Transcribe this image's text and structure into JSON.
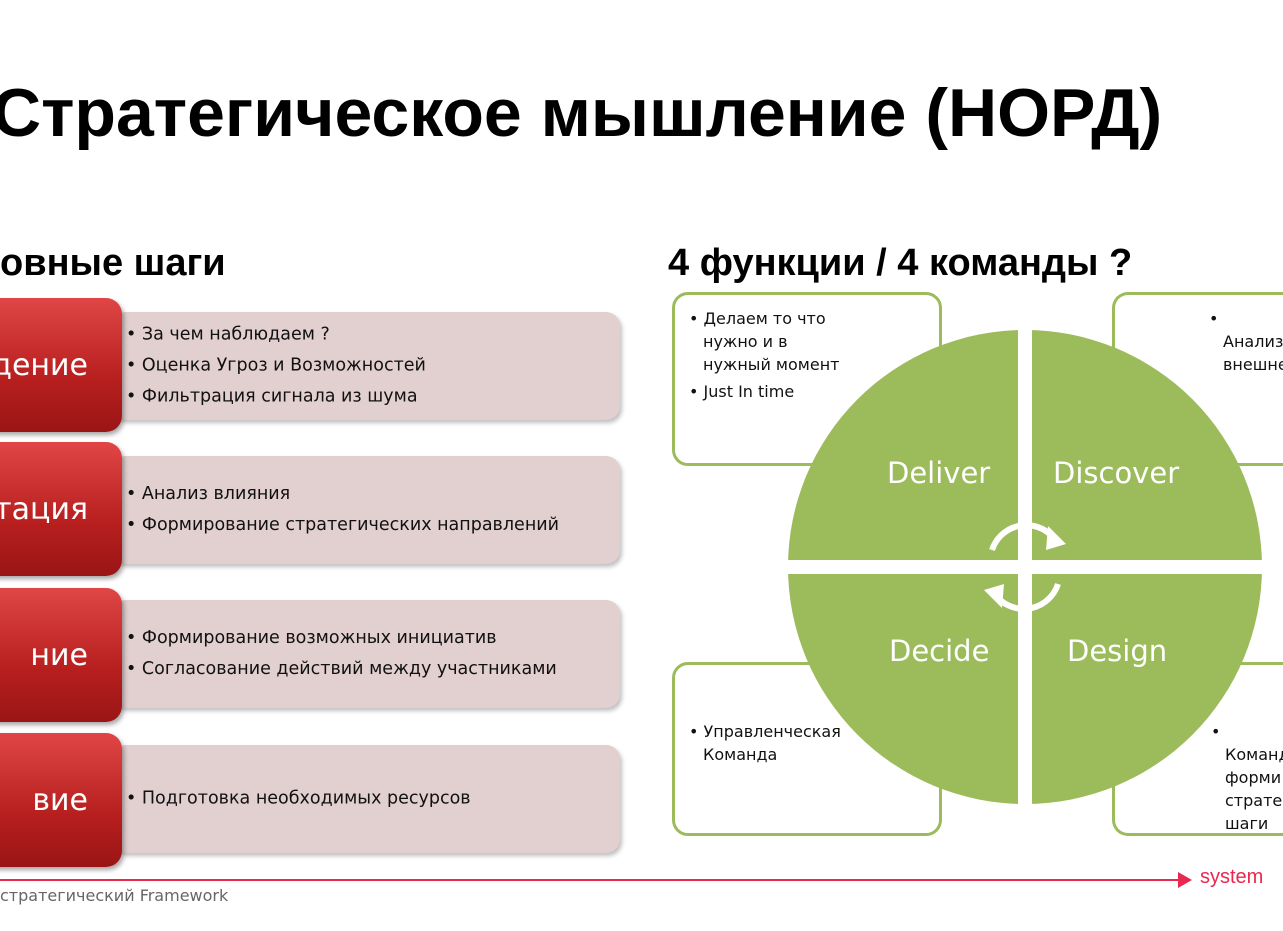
{
  "title": "Стратегическое мышление (НОРД)",
  "left": {
    "heading": "овные шаги",
    "steps": [
      {
        "label": "дение",
        "bullets": [
          "За чем наблюдаем ?",
          "Оценка Угроз и Возможностей",
          "Фильтрация сигнала из шума"
        ]
      },
      {
        "label": "тация",
        "bullets": [
          "Анализ влияния",
          "Формирование стратегических направлений"
        ]
      },
      {
        "label": "ние",
        "bullets": [
          "Формирование возможных инициатив",
          "Согласование действий между участниками"
        ]
      },
      {
        "label": "вие",
        "bullets": [
          "Подготовка необходимых ресурсов"
        ]
      }
    ]
  },
  "right": {
    "heading": "4 функции / 4 команды ?",
    "quadrants": [
      "Deliver",
      "Discover",
      "Decide",
      "Design"
    ],
    "boxes": {
      "top_left": [
        "Делаем то что нужно и в нужный момент",
        "Just In time"
      ],
      "top_right": [
        "Анализ внешне"
      ],
      "bottom_left": [
        "Управленческая Команда"
      ],
      "bottom_right": [
        "Команд форми стратег шаги"
      ]
    },
    "cycle_icon": "circular-arrows-icon"
  },
  "footer": {
    "text": "стратегический Framework",
    "brand": "system"
  },
  "colors": {
    "red": "#c62828",
    "pink": "#e2cfcf",
    "green": "#9cbb5a",
    "accent": "#e8284e"
  }
}
